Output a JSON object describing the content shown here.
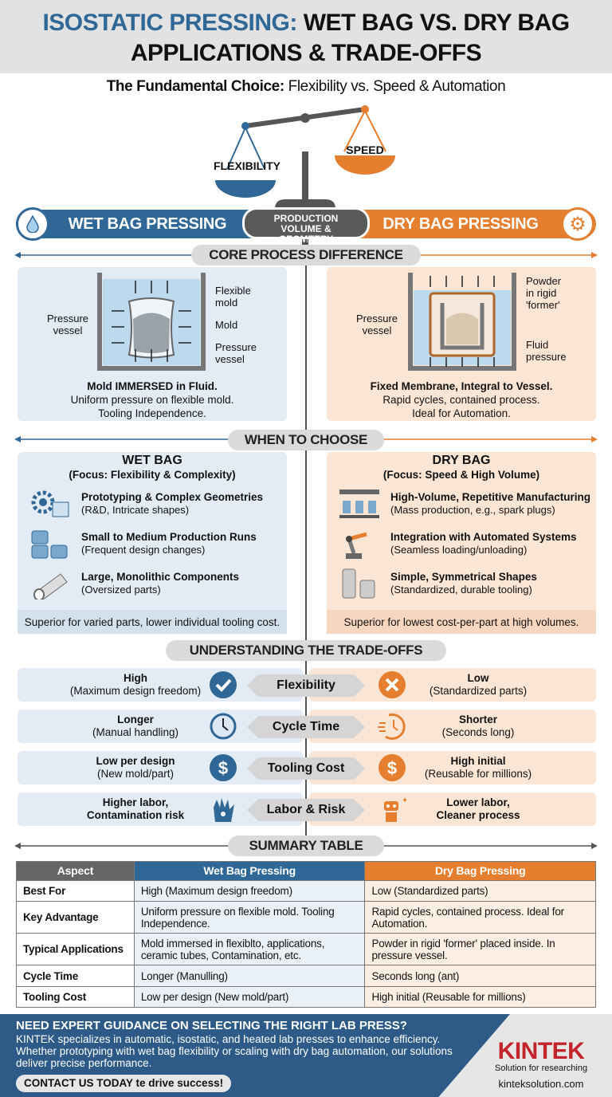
{
  "title": {
    "part1": "ISOSTATIC PRESSING:",
    "part2": "WET BAG VS. DRY BAG",
    "line2": "APPLICATIONS & TRADE-OFFS"
  },
  "subtitle": {
    "bold": "The Fundamental Choice:",
    "rest": "Flexibility vs. Speed & Automation"
  },
  "scale": {
    "left": "FLEXIBILITY",
    "right": "SPEED"
  },
  "banner": {
    "wet": "WET BAG PRESSING",
    "center": "PRODUCTION VOLUME & GEOMETRY",
    "dry": "DRY BAG PRESSING"
  },
  "colors": {
    "wet": "#2f6796",
    "dry": "#e57f2f",
    "neutral": "#5a5a5a"
  },
  "sections": {
    "core": "CORE PROCESS DIFFERENCE",
    "when": "WHEN TO CHOOSE",
    "tradeoffs": "UNDERSTANDING THE TRADE-OFFS",
    "summary": "SUMMARY TABLE"
  },
  "core": {
    "wet": {
      "labels": {
        "vessel_left": "Pressure vessel",
        "flexible_mold": "Flexible mold",
        "mold": "Mold",
        "vessel_right": "Pressure vessel"
      },
      "caption_bold": "Mold IMMERSED in Fluid.",
      "caption1": "Uniform pressure on flexible mold.",
      "caption2": "Tooling Independence."
    },
    "dry": {
      "labels": {
        "vessel_left": "Pressure vessel",
        "powder": "Powder in rigid 'former'",
        "fluid": "Fluid pressure"
      },
      "caption_bold": "Fixed Membrane, Integral to Vessel.",
      "caption1": "Rapid cycles, contained process.",
      "caption2": "Ideal for Automation."
    }
  },
  "when": {
    "wet": {
      "title": "WET BAG",
      "focus": "(Focus: Flexibility & Complexity)",
      "items": [
        {
          "title": "Prototyping & Complex Geometries",
          "detail": "(R&D, Intricate shapes)",
          "icon": "gears-icon"
        },
        {
          "title": "Small to Medium Production Runs",
          "detail": "(Frequent design changes)",
          "icon": "jars-icon"
        },
        {
          "title": "Large, Monolithic Components",
          "detail": "(Oversized parts)",
          "icon": "pipe-icon"
        }
      ],
      "footer": "Superior for varied parts, lower individual tooling cost."
    },
    "dry": {
      "title": "DRY BAG",
      "focus": "(Focus: Speed & High Volume)",
      "items": [
        {
          "title": "High-Volume, Repetitive Manufacturing",
          "detail": "(Mass production, e.g., spark plugs)",
          "icon": "production-line-icon"
        },
        {
          "title": "Integration with Automated Systems",
          "detail": "(Seamless loading/unloading)",
          "icon": "robot-arm-icon"
        },
        {
          "title": "Simple, Symmetrical Shapes",
          "detail": "(Standardized, durable tooling)",
          "icon": "cylinders-icon"
        }
      ],
      "footer": "Superior for lowest cost-per-part at high volumes."
    }
  },
  "tradeoffs": [
    {
      "label": "Flexibility",
      "wet_main": "High",
      "wet_sub": "(Maximum design freedom)",
      "dry_main": "Low",
      "dry_sub": "(Standardized parts)",
      "wet_icon": "check-icon",
      "dry_icon": "x-icon"
    },
    {
      "label": "Cycle Time",
      "wet_main": "Longer",
      "wet_sub": "(Manual handling)",
      "dry_main": "Shorter",
      "dry_sub": "(Seconds long)",
      "wet_icon": "clock-icon",
      "dry_icon": "fast-clock-icon"
    },
    {
      "label": "Tooling Cost",
      "wet_main": "Low per design",
      "wet_sub": "(New mold/part)",
      "dry_main": "High initial",
      "dry_sub": "(Reusable for millions)",
      "wet_icon": "dollar-icon",
      "dry_icon": "dollar-icon"
    },
    {
      "label": "Labor & Risk",
      "wet_main": "Higher labor,",
      "wet_sub": "Contamination risk",
      "dry_main": "Lower labor,",
      "dry_sub": "Cleaner process",
      "wet_icon": "glove-icon",
      "dry_icon": "robot-icon"
    }
  ],
  "table": {
    "headers": [
      "Aspect",
      "Wet Bag Pressing",
      "Dry Bag Pressing"
    ],
    "rows": [
      [
        "Best For",
        "High (Maximum design freedom)",
        "Low (Standardized parts)"
      ],
      [
        "Key Advantage",
        "Uniform pressure on flexible mold. Tooling Independence.",
        "Rapid cycles, contained process. Ideal for Automation."
      ],
      [
        "Typical Applications",
        "Mold immersed in flexiblto, applications, ceramic tubes, Contamination, etc.",
        "Powder in rigid 'former' placed inside. In pressure vessel."
      ],
      [
        "Cycle Time",
        "Longer (Manulling)",
        "Seconds long (ant)"
      ],
      [
        "Tooling Cost",
        "Low per design (New mold/part)",
        "High initial (Reusable for millions)"
      ]
    ]
  },
  "footer": {
    "heading": "NEED EXPERT GUIDANCE ON SELECTING THE RIGHT LAB PRESS?",
    "body": "KINTEK specializes in automatic, isostatic, and heated lab presses to enhance efficiency. Whether prototyping with wet bag flexibility or scaling with dry bag automation, our solutions deliver precise performance.",
    "cta": "CONTACT US TODAY te drive success!",
    "logo": "KINTEK",
    "tagline": "Solution for researching",
    "url": "kinteksolution.com"
  }
}
